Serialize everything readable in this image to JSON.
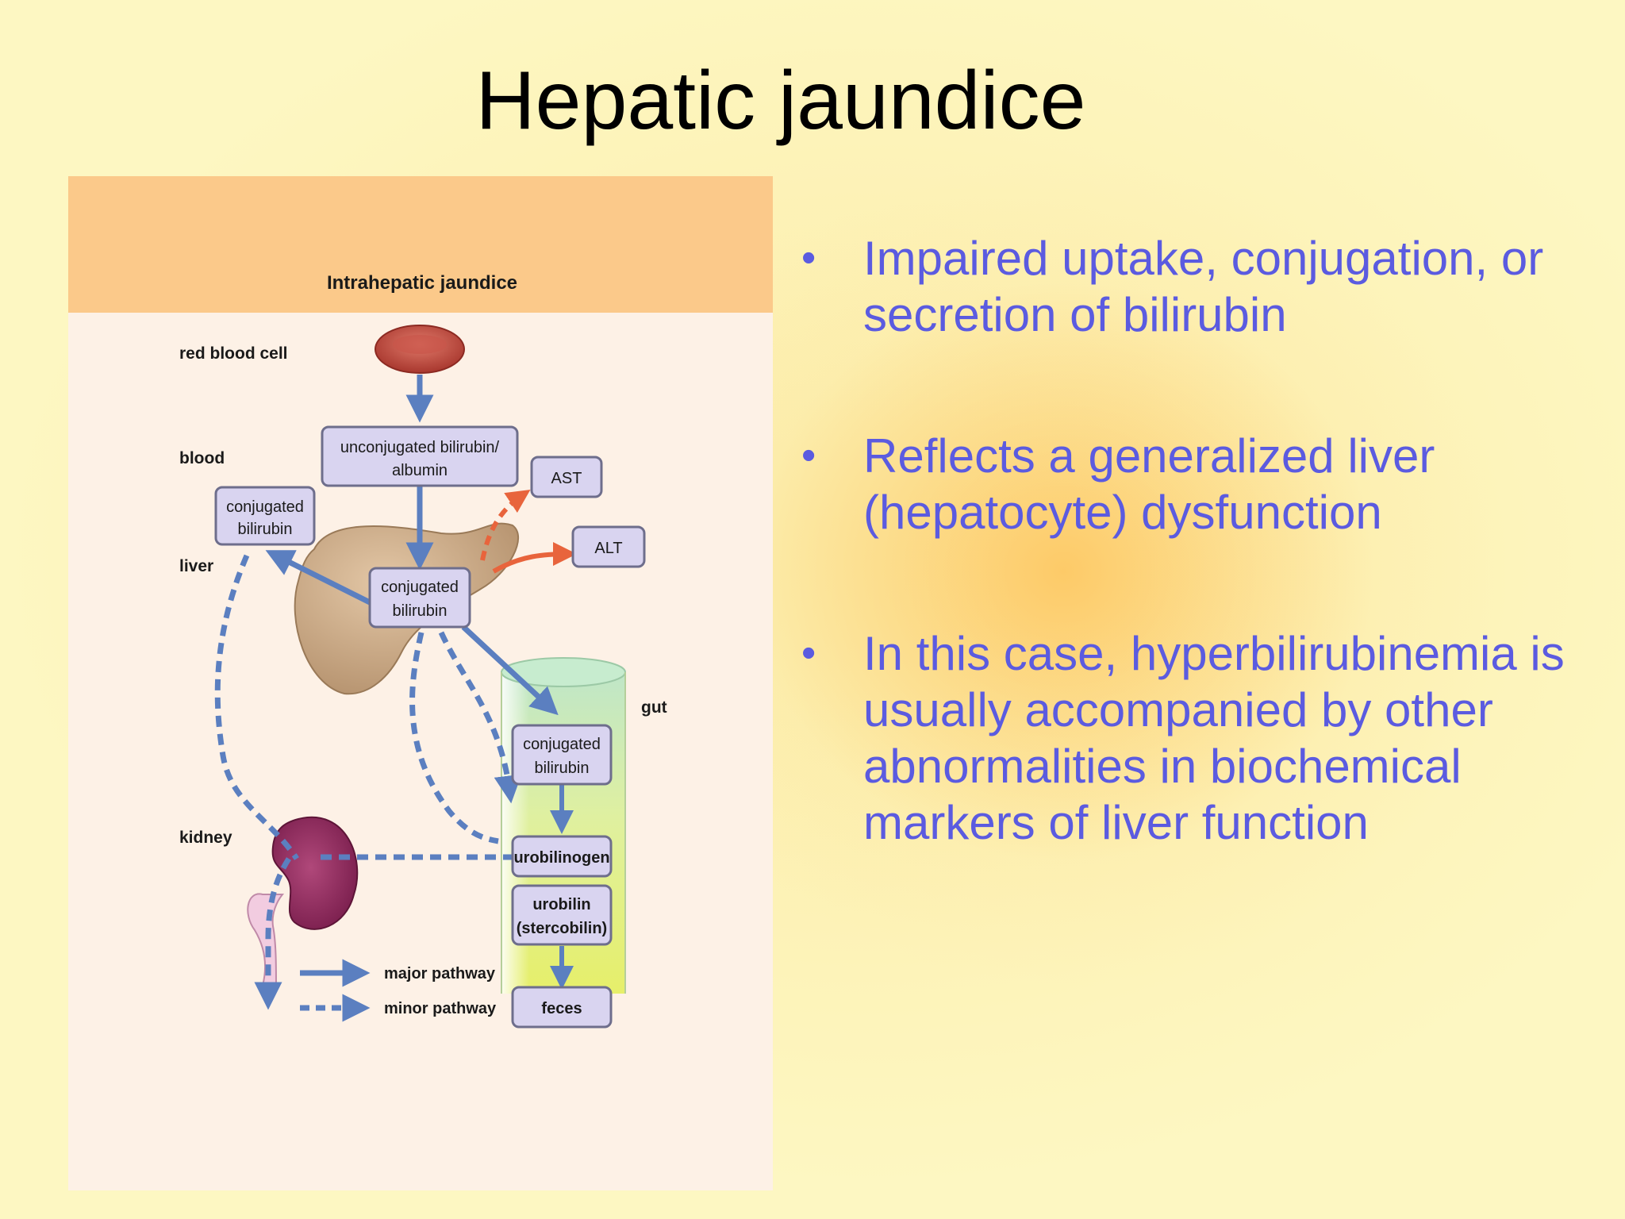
{
  "slide": {
    "title": "Hepatic jaundice"
  },
  "figure": {
    "header": "Intrahepatic jaundice",
    "row_labels": {
      "red_blood_cell": "red blood cell",
      "blood": "blood",
      "liver": "liver",
      "gut": "gut",
      "kidney": "kidney"
    },
    "boxes": {
      "unconjugated_line1": "unconjugated bilirubin/",
      "unconjugated_line2": "albumin",
      "conj_blood_line1": "conjugated",
      "conj_blood_line2": "bilirubin",
      "conj_liver_line1": "conjugated",
      "conj_liver_line2": "bilirubin",
      "conj_gut_line1": "conjugated",
      "conj_gut_line2": "bilirubin",
      "ast": "AST",
      "alt": "ALT",
      "urobilinogen": "urobilinogen",
      "urobilin_line1": "urobilin",
      "urobilin_line2": "(stercobilin)",
      "feces": "feces"
    },
    "legend": {
      "major": "major pathway",
      "minor": "minor pathway"
    }
  },
  "bullets": [
    "Impaired uptake, conjugation, or secretion of bilirubin",
    "Reflects a generalized liver (hepatocyte) dysfunction",
    "In this case, hyperbilirubinemia is usually accompanied by other abnormalities in biochemical markers of liver function"
  ],
  "colors": {
    "bullet_text": "#5b5be0",
    "arrow": "#5b7fc0",
    "enzyme_arrow": "#e8643c",
    "box_fill": "#d9d4f0",
    "header_band": "#fbc98a"
  }
}
